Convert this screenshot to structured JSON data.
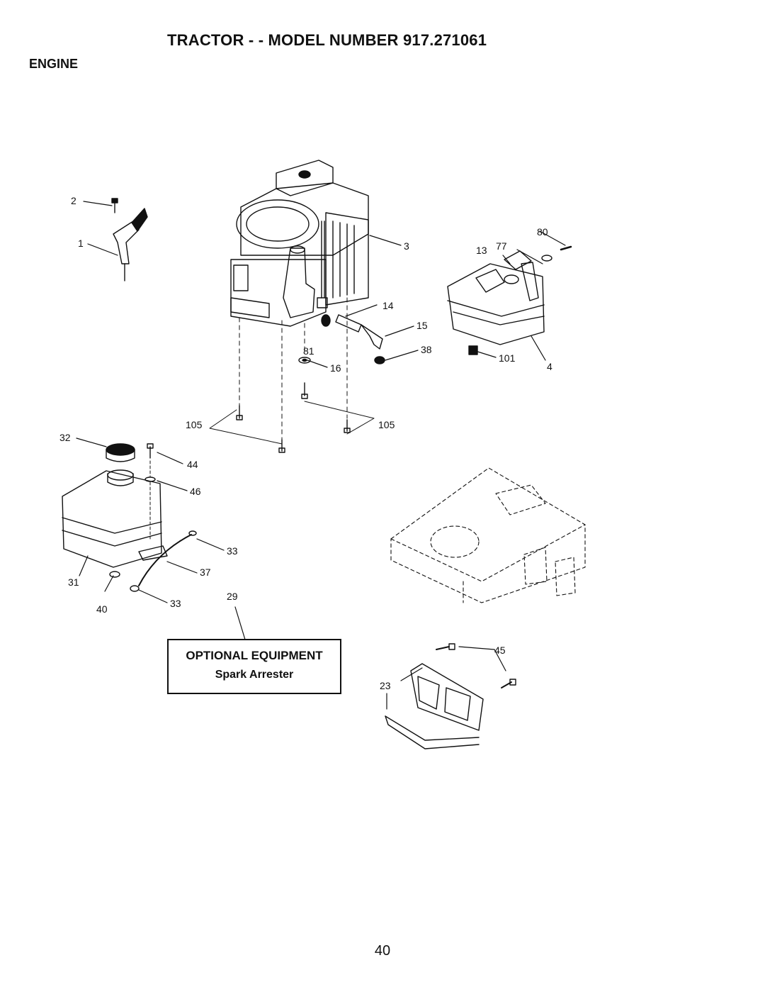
{
  "page": {
    "title": "TRACTOR - - MODEL NUMBER 917.271061",
    "section": "ENGINE",
    "page_number": "40"
  },
  "optional_box": {
    "heading": "OPTIONAL EQUIPMENT",
    "subheading": "Spark Arrester"
  },
  "callouts": {
    "c1": "1",
    "c2": "2",
    "c3": "3",
    "c4": "4",
    "c13": "13",
    "c14": "14",
    "c15": "15",
    "c16": "16",
    "c23": "23",
    "c29": "29",
    "c31": "31",
    "c32": "32",
    "c33a": "33",
    "c33b": "33",
    "c37": "37",
    "c38": "38",
    "c40": "40",
    "c44": "44",
    "c45": "45",
    "c46": "46",
    "c77": "77",
    "c80": "80",
    "c81": "81",
    "c101": "101",
    "c105a": "105",
    "c105b": "105"
  }
}
